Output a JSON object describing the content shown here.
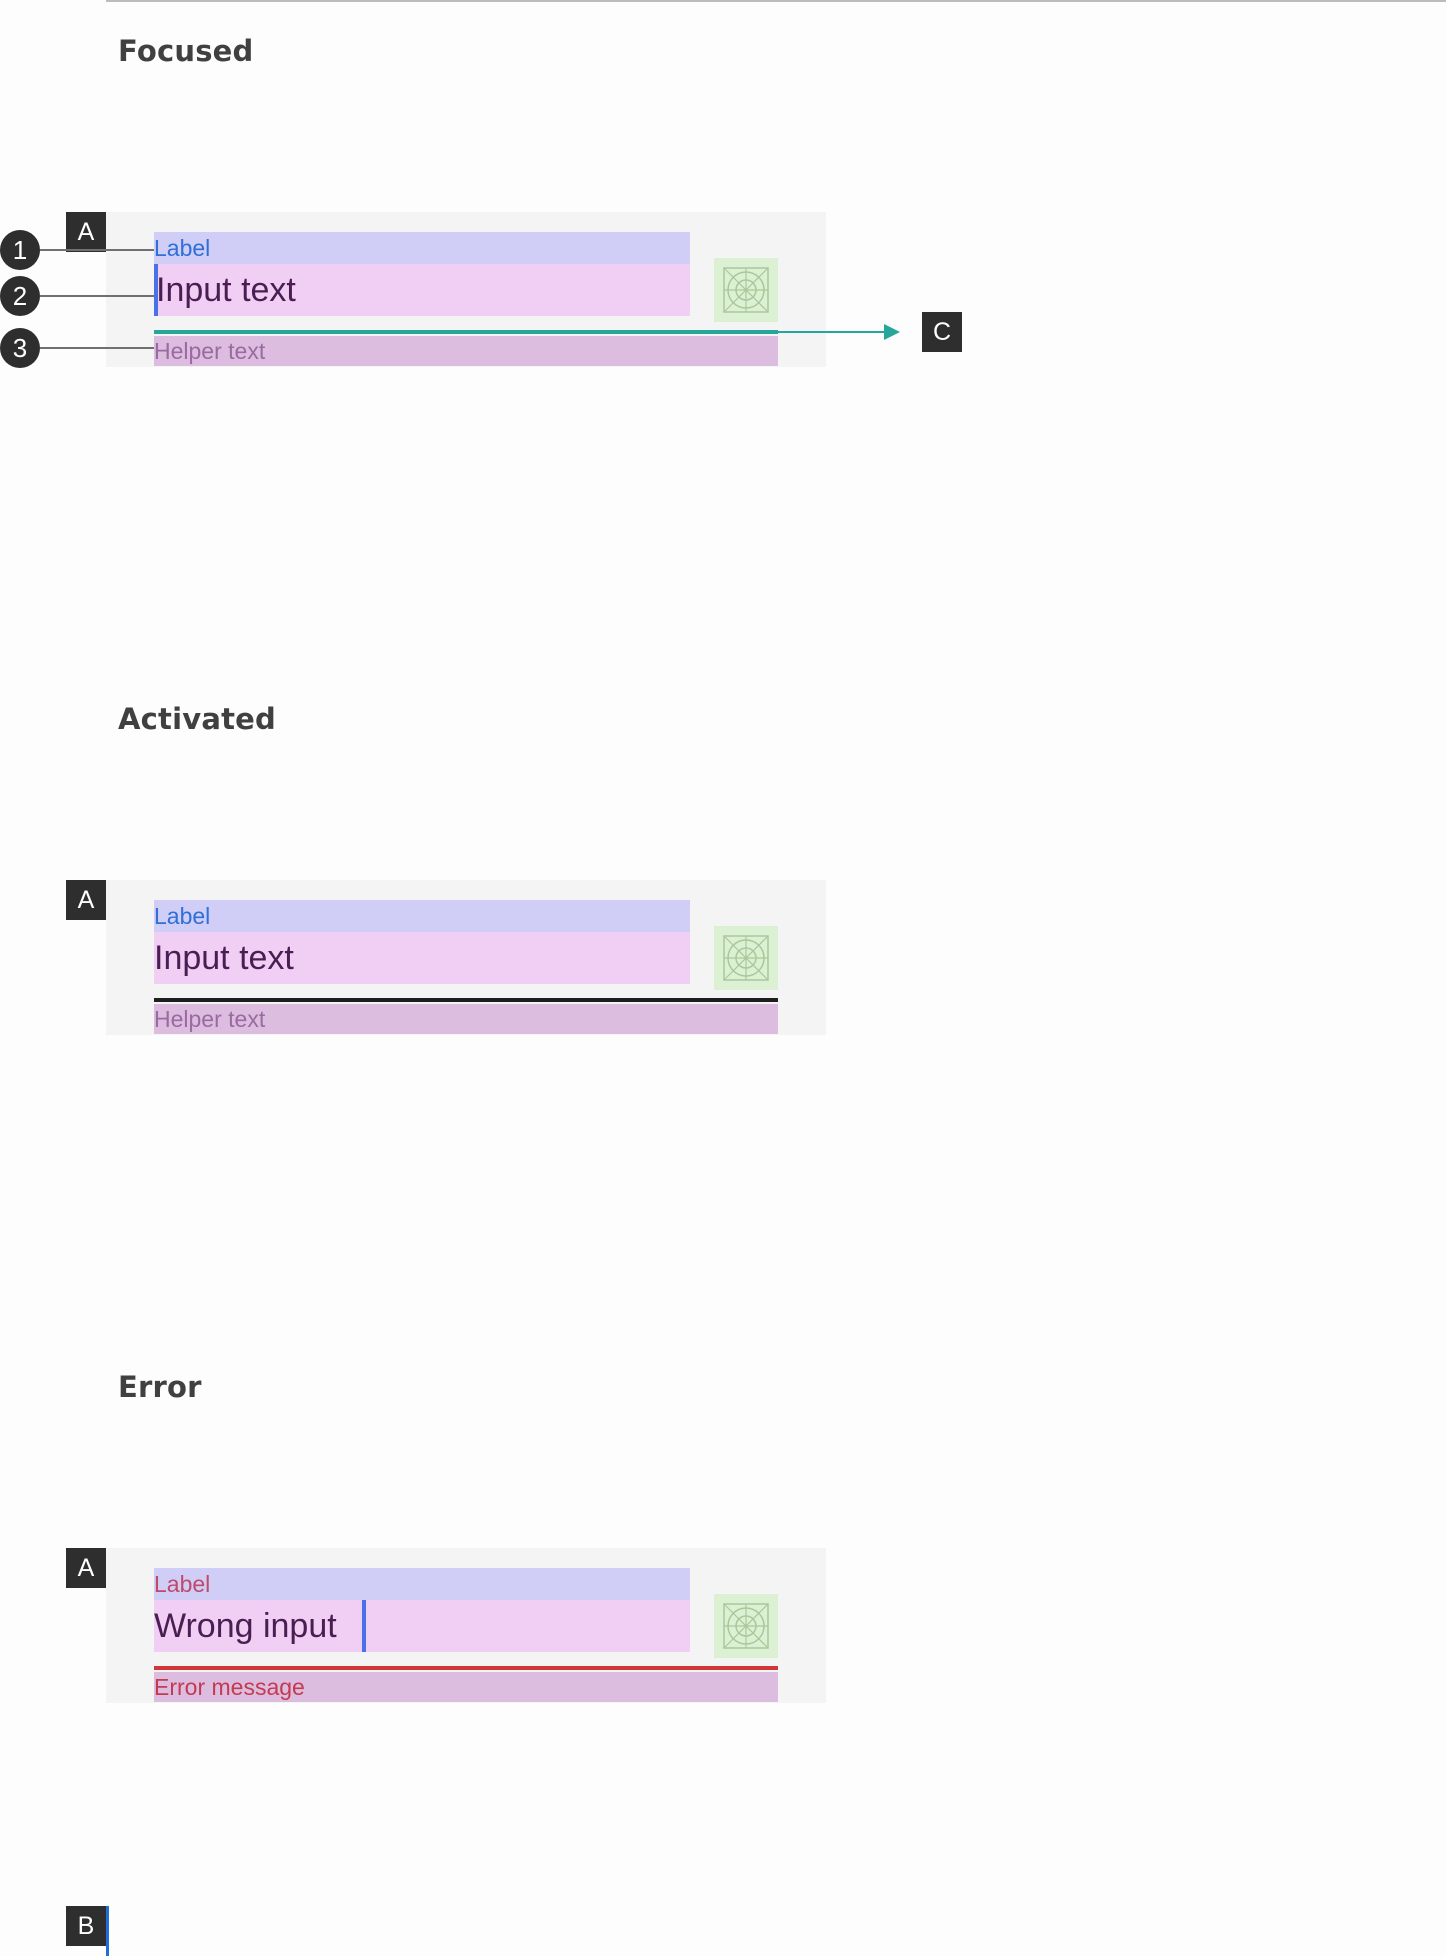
{
  "sections": {
    "focused": {
      "title": "Focused",
      "marker": "A",
      "label": "Label",
      "input": "Input text",
      "helper": "Helper text",
      "underline_color": "#26a69a",
      "label_color": "#2f6fd8",
      "helper_color": "#9a6aa0",
      "state": "focused"
    },
    "activated": {
      "title": "Activated",
      "marker": "A",
      "label": "Label",
      "input": "Input text",
      "helper": "Helper text",
      "underline_color": "#1e1e1e",
      "label_color": "#2f6fd8",
      "helper_color": "#9a6aa0",
      "state": "activated"
    },
    "error": {
      "title": "Error",
      "marker": "A",
      "label": "Label",
      "input": "Wrong input",
      "helper": "Error message",
      "underline_color": "#d23737",
      "label_color": "#c04a6a",
      "helper_color": "#c43a50",
      "state": "error"
    }
  },
  "callouts": [
    "1",
    "2",
    "3"
  ],
  "markers": {
    "c": "C",
    "b": "B"
  },
  "icon": "image-placeholder-icon",
  "colors": {
    "label_zone": "#d0cdf6",
    "input_zone": "#f1cff4",
    "helper_zone": "#dcbde0",
    "icon_zone": "#dcf0d3",
    "panel": "#f4f4f4",
    "caret": "#4b71e6"
  }
}
